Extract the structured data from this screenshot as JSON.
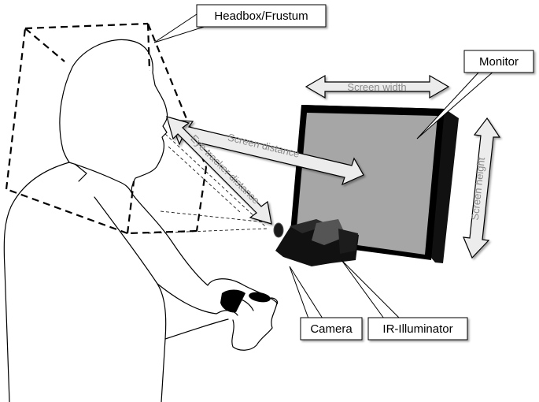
{
  "callouts": {
    "headbox": "Headbox/Frustum",
    "monitor": "Monitor",
    "camera": "Camera",
    "ir_illuminator": "IR-Illuminator"
  },
  "dimensions": {
    "screen_width": "Screen width",
    "screen_height": "Screen height",
    "screen_distance": "Screen distance",
    "eye_tracker_distance": "Eye tracker distance"
  },
  "colors": {
    "screen_fill": "#a6a6a6",
    "monitor_frame": "#000000",
    "arrow_fill": "#ececec",
    "arrow_text": "#8a8a8a",
    "frustum": "#000000"
  }
}
